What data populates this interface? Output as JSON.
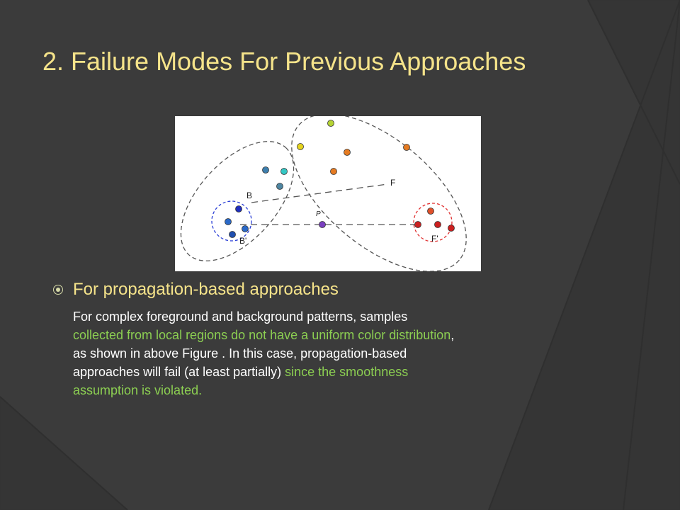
{
  "slide": {
    "title": "2. Failure Modes For Previous Approaches",
    "bullet": {
      "heading": "For propagation-based approaches",
      "lines": [
        [
          {
            "t": "For complex foreground and background patterns, samples",
            "hl": false
          }
        ],
        [
          {
            "t": "collected from local regions do not have a uniform color distribution",
            "hl": true
          },
          {
            "t": ",",
            "hl": false
          }
        ],
        [
          {
            "t": "as shown in above Figure . In this case, propagation-based",
            "hl": false
          }
        ],
        [
          {
            "t": "approaches will fail (at least partially) ",
            "hl": false
          },
          {
            "t": "since the smoothness",
            "hl": true
          }
        ],
        [
          {
            "t": "assumption is violated.",
            "hl": true
          }
        ]
      ]
    }
  },
  "figure": {
    "labels": {
      "B": "B",
      "B_prime": "B'",
      "F": "F",
      "F_prime": "F'",
      "P": "P"
    },
    "point_colors": {
      "yellow_green": "#b5d334",
      "yellow": "#e6d41f",
      "orange": "#e57b22",
      "steel_blue": "#3e7fae",
      "cyan": "#34c7c4",
      "grey_blue": "#4f86a2",
      "blue": "#1f2fbf",
      "mid_blue": "#2a69c8",
      "purple": "#7a3fc0",
      "red": "#cc1f1f"
    }
  },
  "theme": {
    "title_color": "#f5e38a",
    "highlight_color": "#8ccf52",
    "background": "#3b3b3b"
  }
}
